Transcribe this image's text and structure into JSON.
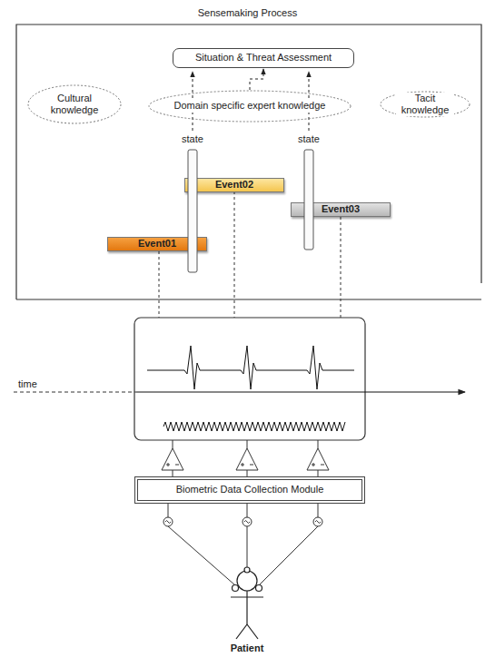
{
  "diagram": {
    "title": "Sensemaking Process",
    "nodes": [
      {
        "text": [
          "Situation & Threat Assessment"
        ]
      },
      {
        "text": [
          "Cultural knowledge"
        ]
      },
      {
        "text": [
          "Domain specific expert knowledge"
        ]
      },
      {
        "text": [
          "Tacit knowledge"
        ]
      },
      {
        "text": [
          "Event02"
        ]
      },
      {
        "text": [
          "Event03"
        ]
      },
      {
        "text": [
          "Event01"
        ]
      },
      {
        "text": [
          "Biometric Data Collection Module"
        ]
      }
    ],
    "edges": [
      {
        "from": 2,
        "to": 0,
        "arrow": "to"
      }
    ],
    "labels": [
      "state",
      "state",
      "time",
      "Patient"
    ]
  }
}
